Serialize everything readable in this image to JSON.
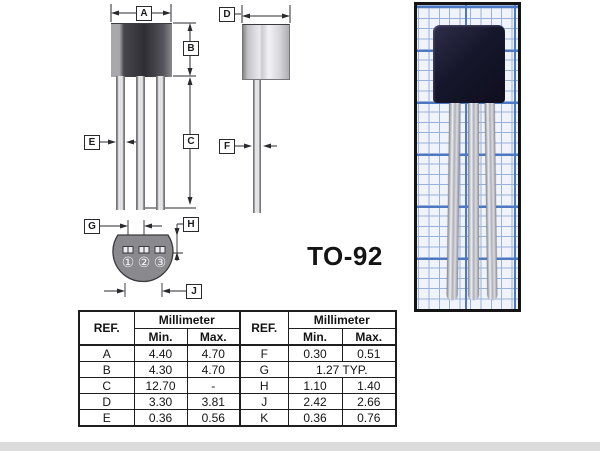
{
  "package_label": "TO-92",
  "drawing": {
    "labels": {
      "A": "A",
      "B": "B",
      "C": "C",
      "D": "D",
      "E": "E",
      "F": "F",
      "G": "G",
      "H": "H",
      "J": "J"
    },
    "pin_markers": [
      "①",
      "②",
      "③"
    ]
  },
  "table": {
    "ref_header": "REF.",
    "unit_header": "Millimeter",
    "min_header": "Min.",
    "max_header": "Max.",
    "left": [
      {
        "ref": "A",
        "min": "4.40",
        "max": "4.70"
      },
      {
        "ref": "B",
        "min": "4.30",
        "max": "4.70"
      },
      {
        "ref": "C",
        "min": "12.70",
        "max": "-"
      },
      {
        "ref": "D",
        "min": "3.30",
        "max": "3.81"
      },
      {
        "ref": "E",
        "min": "0.36",
        "max": "0.56"
      }
    ],
    "right": [
      {
        "ref": "F",
        "min": "0.30",
        "max": "0.51"
      },
      {
        "ref": "G",
        "typ": "1.27 TYP."
      },
      {
        "ref": "H",
        "min": "1.10",
        "max": "1.40"
      },
      {
        "ref": "J",
        "min": "2.42",
        "max": "2.66"
      },
      {
        "ref": "K",
        "min": "0.36",
        "max": "0.76"
      }
    ]
  },
  "colors": {
    "line": "#2a2a2e",
    "front_body_dark": "#2e2e34",
    "bottom_view_fill": "#8a8a8e",
    "photo_grid_blue": "#4d79c3",
    "photo_body_navy": "#17172c"
  }
}
